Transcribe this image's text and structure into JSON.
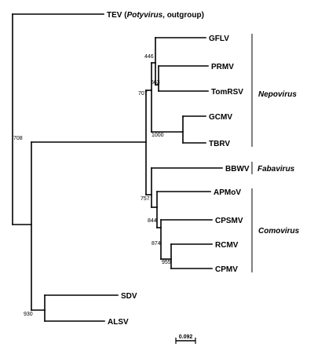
{
  "taxa": {
    "tev": {
      "main": "TEV (",
      "genus": "Potyvirus",
      "rest": ", outgroup)"
    },
    "gflv": "GFLV",
    "prmv": "PRMV",
    "tomrsv": "TomRSV",
    "gcmv": "GCMV",
    "tbrv": "TBRV",
    "bbwv": "BBWV",
    "apmov": "APMoV",
    "cpsmv": "CPSMV",
    "rcmv": "RCMV",
    "cpmv": "CPMV",
    "sdv": "SDV",
    "alsv": "ALSV"
  },
  "bootstrap": {
    "root_top": "708",
    "gflv_prmv_tomrsv": "446",
    "prmv_tomrsv": "663",
    "nepo_clade": "707",
    "gcmv_tbrv": "1000",
    "fab_como": "757",
    "como_clade": "844",
    "cpsmv_rcmv_cpmv": "874",
    "rcmv_cpmv": "955",
    "sdv_alsv": "930"
  },
  "groups": {
    "nepovirus": "Nepovirus",
    "fabavirus": "Fabavirus",
    "comovirus": "Comovirus"
  },
  "scale_bar": {
    "label": "0.092"
  }
}
